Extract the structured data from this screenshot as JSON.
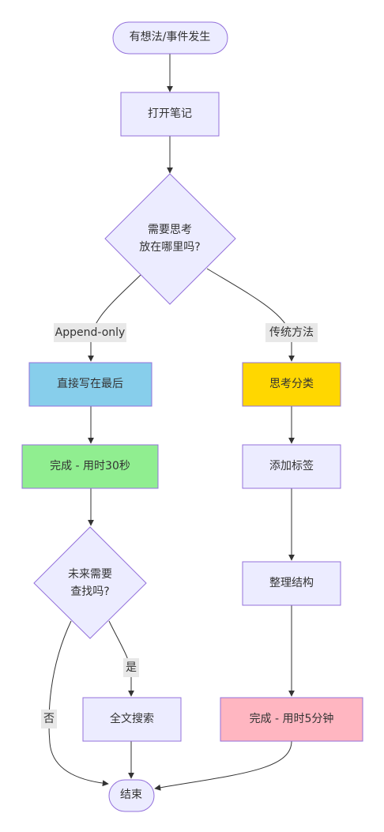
{
  "colors": {
    "default_fill": "#ECECFF",
    "border": "#9370DB",
    "blue_fill": "#87CEEB",
    "green_fill": "#90EE90",
    "gold_fill": "#FFD700",
    "pink_fill": "#FFB6C1",
    "edge": "#333333",
    "edge_label_bg": "#E8E8E8"
  },
  "nodes": {
    "start": "有想法/事件发生",
    "open_notes": "打开笔记",
    "decision_where_line1": "需要思考",
    "decision_where_line2": "放在哪里吗?",
    "append_direct": "直接写在最后",
    "done_30s": "完成 - 用时30秒",
    "decision_search_line1": "未来需要",
    "decision_search_line2": "查找吗?",
    "fulltext_search": "全文搜索",
    "think_category": "思考分类",
    "add_tags": "添加标签",
    "organize": "整理结构",
    "done_5min": "完成 - 用时5分钟",
    "end": "结束"
  },
  "edge_labels": {
    "append_only": "Append-only",
    "traditional": "传统方法",
    "yes": "是",
    "no": "否"
  }
}
